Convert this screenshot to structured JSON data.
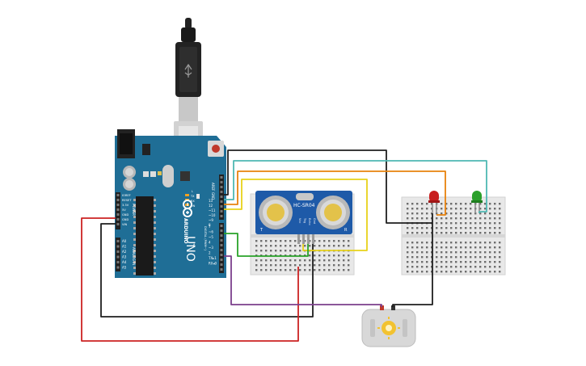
{
  "arduino": {
    "brand": "ARDUINO",
    "model": "UNO",
    "tm": "TM",
    "header_aref": "AREF",
    "header_gnd": "GND",
    "pin_labels": [
      "13",
      "12",
      "~11",
      "~10",
      "~9",
      "8",
      "7",
      "~6",
      "~5",
      "4",
      "~3",
      "2",
      "TX▸1",
      "RX◂0"
    ],
    "digital_label": "DIGITAL (PWM~)",
    "power_label": "POWER",
    "power_pins": [
      "IOREF",
      "RESET",
      "3.3V",
      "5V",
      "GND",
      "GND",
      "VIN"
    ],
    "analog_label": "ANALOG IN",
    "analog_pins": [
      "A0",
      "A1",
      "A2",
      "A3",
      "A4",
      "A5"
    ],
    "led_labels": [
      "L",
      "TX",
      "RX",
      "ON"
    ]
  },
  "sensor": {
    "model": "HC-SR04",
    "pin_labels": [
      "Vcc",
      "Trig",
      "Echo",
      "Gnd"
    ],
    "side_left": "T",
    "side_right": "R"
  },
  "colors": {
    "wire_black": "#1f1f1f",
    "wire_red": "#cc2222",
    "wire_orange": "#e8820c",
    "wire_yellow": "#e8d21a",
    "wire_green": "#29a329",
    "wire_teal": "#4fb8b3",
    "wire_purple": "#7b3f8c",
    "board_blue": "#1f6e96",
    "sensor_blue": "#1e5aa8",
    "led_red": "#c81e1e",
    "led_green": "#2aa02a"
  }
}
